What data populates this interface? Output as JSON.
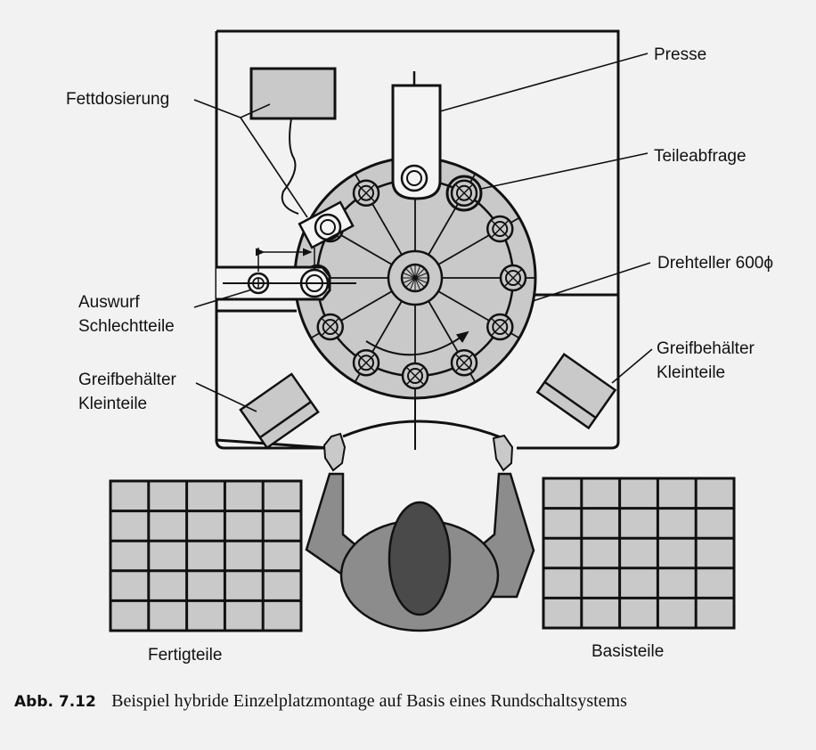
{
  "figure": {
    "labels": {
      "presse": "Presse",
      "fettdosierung": "Fettdosierung",
      "teileabfrage": "Teileabfrage",
      "drehteller": "Drehteller 600ϕ",
      "auswurf_line1": "Auswurf",
      "auswurf_line2": "Schlechtteile",
      "greif_left_line1": "Greifbehälter",
      "greif_left_line2": "Kleinteile",
      "greif_right_line1": "Greifbehälter",
      "greif_right_line2": "Kleinteile",
      "fertigteile": "Fertigteile",
      "basisteile": "Basisteile"
    },
    "turntable": {
      "stations": 12
    },
    "grids": {
      "fertigteile": {
        "rows": 5,
        "cols": 5
      },
      "basisteile": {
        "rows": 5,
        "cols": 5
      }
    },
    "colors": {
      "fill_light": "#c9c9c9",
      "fill_mid": "#8c8c8c",
      "fill_dark": "#4a4a4a",
      "stroke": "#111111",
      "paper": "#f2f2f2"
    }
  },
  "caption": {
    "number": "Abb. 7.12",
    "text": "Beispiel hybride Einzelplatzmontage auf Basis eines Rundschaltsystems"
  }
}
